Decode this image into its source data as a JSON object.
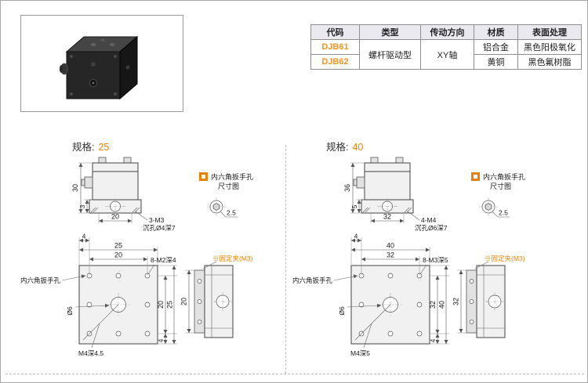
{
  "colors": {
    "accent_orange": "#f08300",
    "code_orange": "#f7941d",
    "table_header_bg": "#e9e9ef"
  },
  "product_table": {
    "headers": [
      "代码",
      "类型",
      "传动方向",
      "材质",
      "表面处理"
    ],
    "type_value": "螺杆驱动型",
    "direction_value": "XY轴",
    "rows": [
      {
        "code": "DJB61",
        "material": "铝合金",
        "finish": "黑色阳极氧化"
      },
      {
        "code": "DJB62",
        "material": "黄铜",
        "finish": "黑色氟树脂"
      }
    ]
  },
  "sections": [
    {
      "spec_label": "规格:",
      "spec_value": "25",
      "hex_note_line1": "内六角扳手孔",
      "hex_note_line2": "尺寸图",
      "hex_dim": "2.5",
      "front": {
        "dim_height": "30",
        "dim_step": "3",
        "dim_width": "20",
        "callout_line1": "3-M3",
        "callout_line2": "沉孔Ø4深7"
      },
      "top": {
        "dim_offset_top": "4",
        "dim_outer_w": "25",
        "dim_inner_w": "20",
        "callout_holes": "8-M2深4",
        "dim_inner_h": "20",
        "dim_outer_h": "25",
        "dim_offset_bottom": "4",
        "dim_dia": "Ø6",
        "label_wrench": "内六角扳手孔",
        "label_center": "M4深4.5"
      },
      "side": {
        "note": "※固定夹(M3)",
        "dim_height": "20"
      }
    },
    {
      "spec_label": "规格:",
      "spec_value": "40",
      "hex_note_line1": "内六角扳手孔",
      "hex_note_line2": "尺寸图",
      "hex_dim": "2.5",
      "front": {
        "dim_height": "36",
        "dim_step": "5",
        "dim_width": "32",
        "callout_line1": "4-M4",
        "callout_line2": "沉孔Ø6深7"
      },
      "top": {
        "dim_offset_top": "4",
        "dim_outer_w": "40",
        "dim_inner_w": "32",
        "callout_holes": "8-M3深5",
        "dim_inner_h": "32",
        "dim_outer_h": "40",
        "dim_offset_bottom": "4",
        "dim_dia": "Ø6",
        "label_wrench": "内六角扳手孔",
        "label_center": "M4深5"
      },
      "side": {
        "note": "※固定夹(M3)",
        "dim_height": "32"
      }
    }
  ]
}
